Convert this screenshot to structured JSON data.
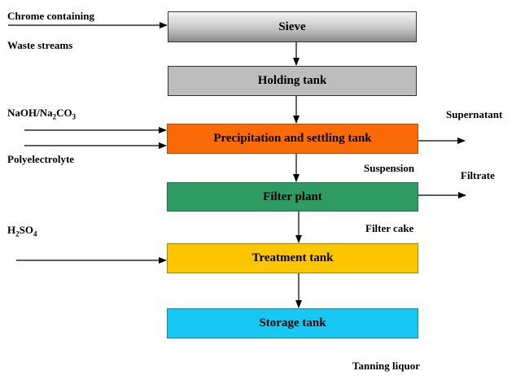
{
  "boxes": {
    "sieve": "Sieve",
    "holding": "Holding tank",
    "precipitation": "Precipitation and settling tank",
    "filter": "Filter plant",
    "treatment": "Treatment tank",
    "storage": "Storage tank"
  },
  "labels": {
    "chrome_containing": "Chrome containing",
    "waste_streams": "Waste streams",
    "naoh_prefix": "NaOH/Na",
    "naoh_sub1": "2",
    "naoh_mid": "CO",
    "naoh_sub2": "3",
    "polyelectrolyte": "Polyelectrolyte",
    "h2so4_h": "H",
    "h2so4_sub1": "2",
    "h2so4_so": "SO",
    "h2so4_sub2": "4",
    "supernatant": "Supernatant",
    "suspension": "Suspension",
    "filtrate": "Filtrate",
    "filter_cake": "Filter cake",
    "tanning_liquor": "Tanning liquor"
  }
}
